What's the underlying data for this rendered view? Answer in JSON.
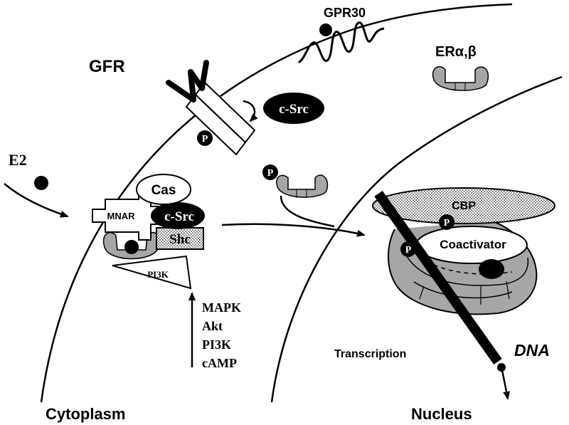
{
  "labels": {
    "gpr30": "GPR30",
    "gfr": "GFR",
    "er": "ERα,β",
    "e2": "E2",
    "csrc_top": "c-Src",
    "cas": "Cas",
    "mnar": "MNAR",
    "csrc_complex": "c-Src",
    "shc": "Shc",
    "pi3k_complex": "PI3K",
    "cbp": "CBP",
    "coactivator": "Coactivator",
    "dna": "DNA",
    "transcription": "Transcription",
    "cytoplasm": "Cytoplasm",
    "nucleus": "Nucleus",
    "phospho": "P"
  },
  "signals": [
    "MAPK",
    "Akt",
    "PI3K",
    "cAMP"
  ],
  "colors": {
    "ink": "#000000",
    "receptor_fill": "#a6a6a6",
    "light_fill": "#ffffff",
    "dotted_fill": "#d9d9d9"
  }
}
